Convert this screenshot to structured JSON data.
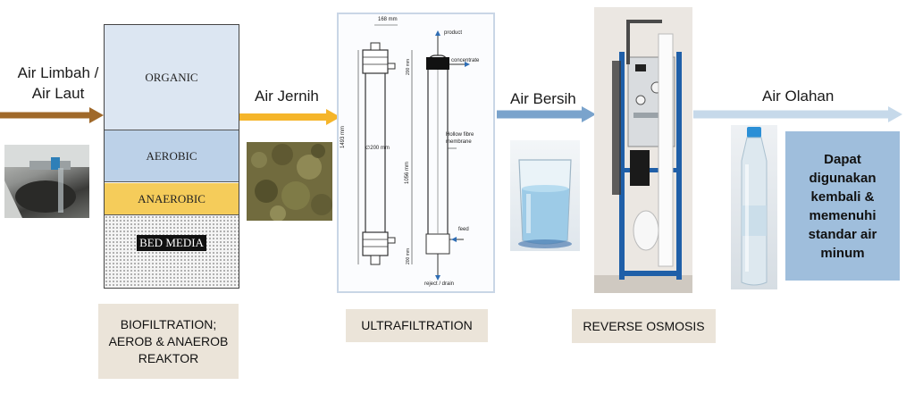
{
  "flow_labels": {
    "input": "Air Limbah /\nAir Laut",
    "after_bio": "Air Jernih",
    "after_uf": "Air Bersih",
    "after_ro": "Air Olahan"
  },
  "reactor_layers": {
    "organic": "ORGANIC",
    "aerobic": "AEROBIC",
    "anaerobic": "ANAEROBIC",
    "bed_media": "BED MEDIA"
  },
  "uf_diagram": {
    "dim_top": "168 mm",
    "dim_total": "1493 mm",
    "dim_diameter": "∅200 mm",
    "dim_inner": "1056 mm",
    "dim_cap_top": "200 mm",
    "dim_cap_bottom": "200 mm",
    "product": "product",
    "concentrate": "concentrate",
    "hollow_fibre": "Hollow fibre\nmembrane",
    "feed": "feed",
    "reject": "reject / drain"
  },
  "result_text": "Dapat\ndigunakan\nkembali &\nmemenuhi\nstandar air\nminum",
  "stage_labels": {
    "biofiltration": "BIOFILTRATION;\nAEROB & ANAEROB\nREAKTOR",
    "ultrafiltration": "ULTRAFILTRATION",
    "reverse_osmosis": "REVERSE OSMOSIS"
  },
  "colors": {
    "arrow_brown": "#a0692a",
    "arrow_yellow": "#f5b52a",
    "arrow_blue": "#7aa3cc",
    "arrow_lightblue": "#c6d9ea",
    "organic_fill": "#dce6f2",
    "aerobic_fill": "#bcd1e8",
    "anaerobic_fill": "#f5cc5a",
    "result_box": "#9fbedc",
    "stage_box": "#ebe4d9"
  }
}
